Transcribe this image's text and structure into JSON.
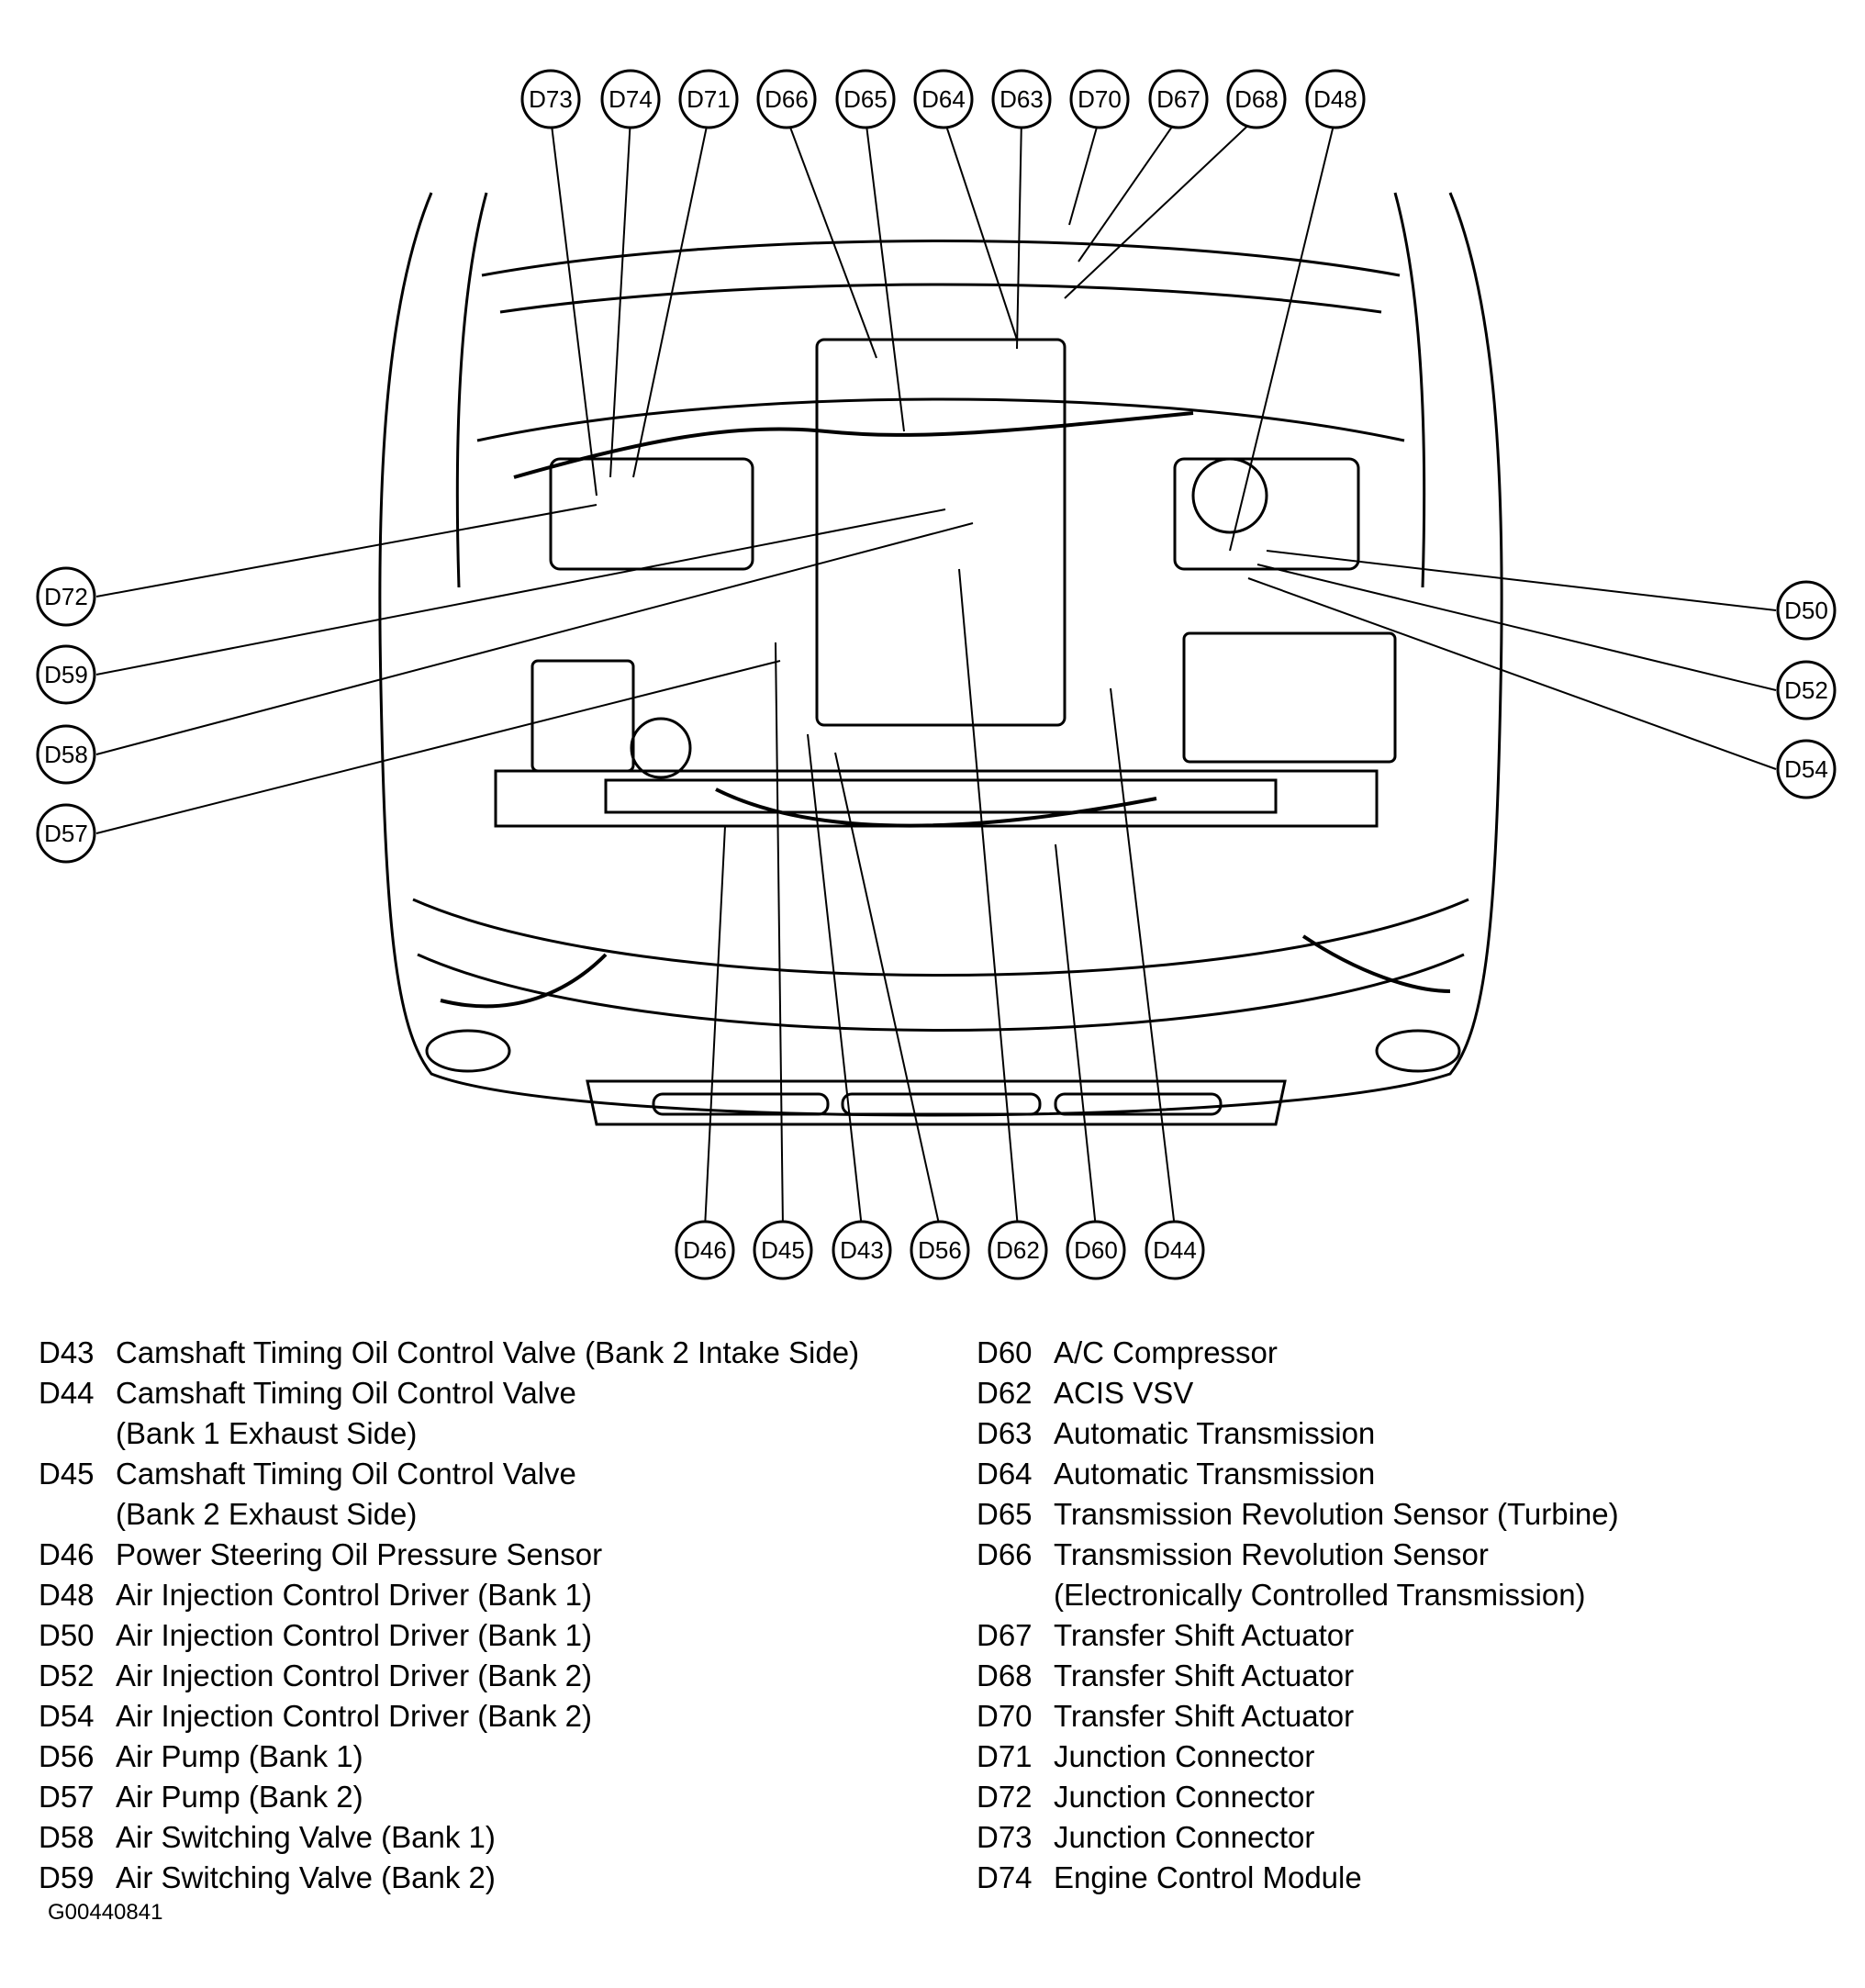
{
  "diagram": {
    "callouts": {
      "top": [
        "D73",
        "D74",
        "D71",
        "D66",
        "D65",
        "D64",
        "D63",
        "D70",
        "D67",
        "D68",
        "D48"
      ],
      "left": [
        "D72",
        "D59",
        "D58",
        "D57"
      ],
      "right": [
        "D50",
        "D52",
        "D54"
      ],
      "bottom": [
        "D46",
        "D45",
        "D43",
        "D56",
        "D62",
        "D60",
        "D44"
      ]
    }
  },
  "legend": {
    "left": [
      {
        "code": "D43",
        "desc": "Camshaft Timing Oil Control Valve (Bank 2 Intake Side)"
      },
      {
        "code": "D44",
        "desc": "Camshaft Timing Oil Control Valve"
      },
      {
        "code": "",
        "desc": "(Bank 1 Exhaust Side)"
      },
      {
        "code": "D45",
        "desc": "Camshaft Timing Oil Control Valve"
      },
      {
        "code": "",
        "desc": "(Bank 2 Exhaust Side)"
      },
      {
        "code": "D46",
        "desc": "Power Steering Oil Pressure Sensor"
      },
      {
        "code": "D48",
        "desc": "Air Injection Control Driver (Bank 1)"
      },
      {
        "code": "D50",
        "desc": "Air Injection Control Driver (Bank 1)"
      },
      {
        "code": "D52",
        "desc": "Air Injection Control Driver (Bank 2)"
      },
      {
        "code": "D54",
        "desc": "Air Injection Control Driver (Bank 2)"
      },
      {
        "code": "D56",
        "desc": "Air Pump (Bank 1)"
      },
      {
        "code": "D57",
        "desc": "Air Pump (Bank 2)"
      },
      {
        "code": "D58",
        "desc": "Air Switching Valve (Bank 1)"
      },
      {
        "code": "D59",
        "desc": "Air Switching Valve (Bank 2)"
      }
    ],
    "right": [
      {
        "code": "D60",
        "desc": "A/C Compressor"
      },
      {
        "code": "D62",
        "desc": "ACIS VSV"
      },
      {
        "code": "D63",
        "desc": "Automatic Transmission"
      },
      {
        "code": "D64",
        "desc": "Automatic Transmission"
      },
      {
        "code": "D65",
        "desc": "Transmission Revolution Sensor (Turbine)"
      },
      {
        "code": "D66",
        "desc": "Transmission Revolution Sensor"
      },
      {
        "code": "",
        "desc": "(Electronically Controlled Transmission)"
      },
      {
        "code": "D67",
        "desc": "Transfer Shift Actuator"
      },
      {
        "code": "D68",
        "desc": "Transfer Shift Actuator"
      },
      {
        "code": "D70",
        "desc": "Transfer Shift Actuator"
      },
      {
        "code": "D71",
        "desc": "Junction Connector"
      },
      {
        "code": "D72",
        "desc": "Junction Connector"
      },
      {
        "code": "D73",
        "desc": "Junction Connector"
      },
      {
        "code": "D74",
        "desc": "Engine Control Module"
      }
    ]
  },
  "figure_id": "G00440841"
}
